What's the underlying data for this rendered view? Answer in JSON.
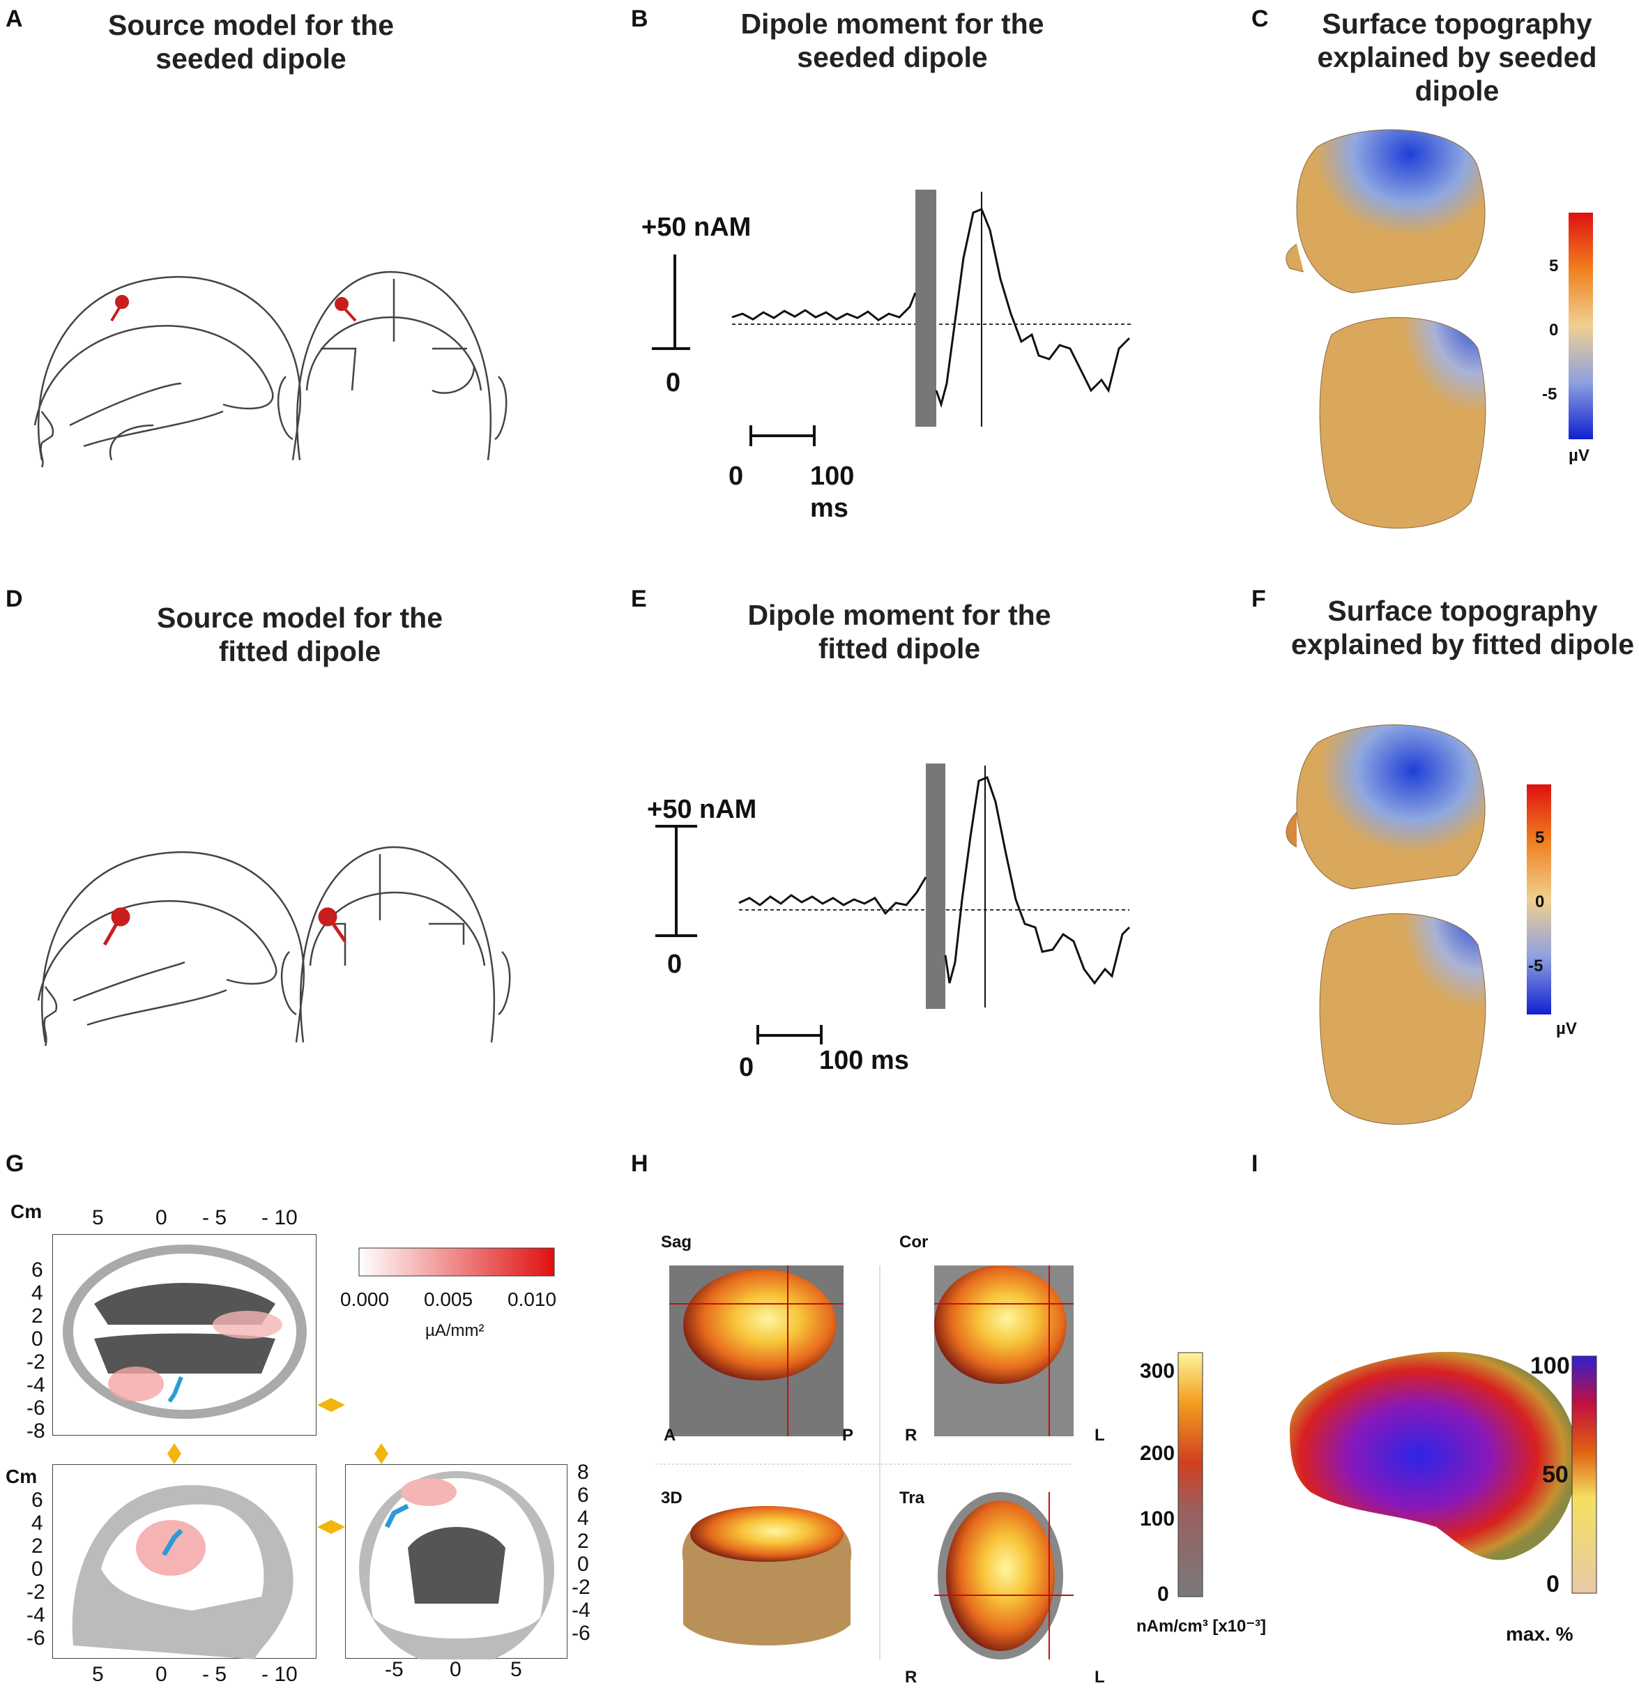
{
  "panels": {
    "A": {
      "letter": "A",
      "title_l1": "Source model for the",
      "title_l2": "seeded dipole"
    },
    "B": {
      "letter": "B",
      "title_l1": "Dipole moment for the",
      "title_l2": "seeded dipole",
      "scale_top": "+50 nAM",
      "scale_zero": "0",
      "time_zero": "0",
      "time_100": "100",
      "time_unit": "ms"
    },
    "C": {
      "letter": "C",
      "title_l1": "Surface topography",
      "title_l2": "explained by seeded",
      "title_l3": "dipole",
      "cbar_ticks": [
        "5",
        "0",
        "-5"
      ],
      "cbar_unit": "µV"
    },
    "D": {
      "letter": "D",
      "title_l1": "Source model for the",
      "title_l2": "fitted dipole"
    },
    "E": {
      "letter": "E",
      "title_l1": "Dipole moment for the",
      "title_l2": "fitted dipole",
      "scale_top": "+50 nAM",
      "scale_zero": "0",
      "time_zero": "0",
      "time_100": "100 ms"
    },
    "F": {
      "letter": "F",
      "title_l1": "Surface topography",
      "title_l2": "explained by fitted dipole",
      "cbar_ticks": [
        "5",
        "0",
        "-5"
      ],
      "cbar_unit": "µV"
    },
    "G": {
      "letter": "G",
      "unit_top": "Cm",
      "unit_mid": "Cm",
      "x_ticks_top": [
        "5",
        "0",
        "- 5",
        "- 10"
      ],
      "y_ticks_left": [
        "6",
        "4",
        "2",
        "0",
        "-2",
        "-4",
        "-6",
        "-8"
      ],
      "y_ticks_left2": [
        "6",
        "4",
        "2",
        "0",
        "-2",
        "-4",
        "-6"
      ],
      "y_ticks_right": [
        "8",
        "6",
        "4",
        "2",
        "0",
        "-2",
        "-4",
        "-6"
      ],
      "x_ticks_bottom_left": [
        "5",
        "0",
        "- 5",
        "- 10"
      ],
      "x_ticks_bottom_right": [
        "-5",
        "0",
        "5"
      ],
      "cbar_ticks": [
        "0.000",
        "0.005",
        "0.010"
      ],
      "cbar_unit": "µA/mm²"
    },
    "H": {
      "letter": "H",
      "views": [
        "Sag",
        "Cor",
        "3D",
        "Tra"
      ],
      "orient": {
        "sag_l": "A",
        "sag_r": "P",
        "cor_l": "R",
        "cor_r": "L",
        "tra_l": "R",
        "tra_r": "L"
      },
      "cbar_ticks": [
        "300",
        "200",
        "100",
        "0"
      ],
      "cbar_unit": "nAm/cm³ [x10⁻³]"
    },
    "I": {
      "letter": "I",
      "cbar_ticks": [
        "100",
        "50",
        "0"
      ],
      "cbar_unit": "max. %"
    }
  },
  "colors": {
    "dipole": "#c81e1e",
    "trace": "#111111",
    "artifact": "#777777",
    "scalp": "#d9a85c",
    "source_blue": "#2a9ad8"
  }
}
